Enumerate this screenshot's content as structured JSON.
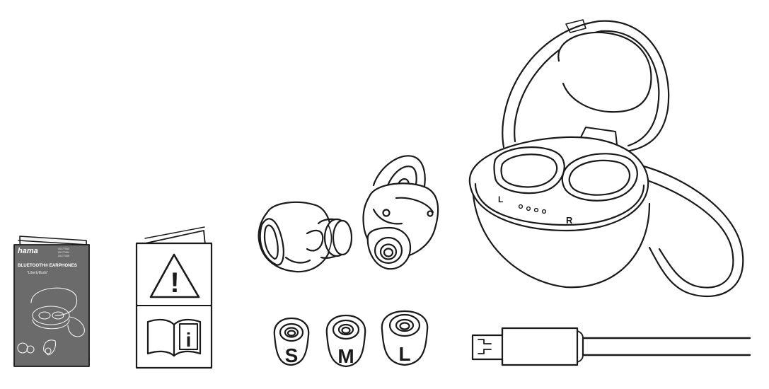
{
  "manual": {
    "brand": "hama",
    "title": "BLUETOOTH® EARPHONES",
    "subtitle": "\"LibertyBuds\"",
    "codes": [
      "00177063",
      "00177064",
      "00177065"
    ]
  },
  "safety_leaflet": {
    "warning_symbol": "!",
    "info_symbol": "i"
  },
  "case": {
    "left_label": "L",
    "right_label": "R",
    "indicator_count": 4
  },
  "ear_tips": {
    "sizes": [
      "S",
      "M",
      "L"
    ]
  },
  "colors": {
    "line": "#1a1a1a",
    "manual_cover": "#6b6b6b"
  }
}
